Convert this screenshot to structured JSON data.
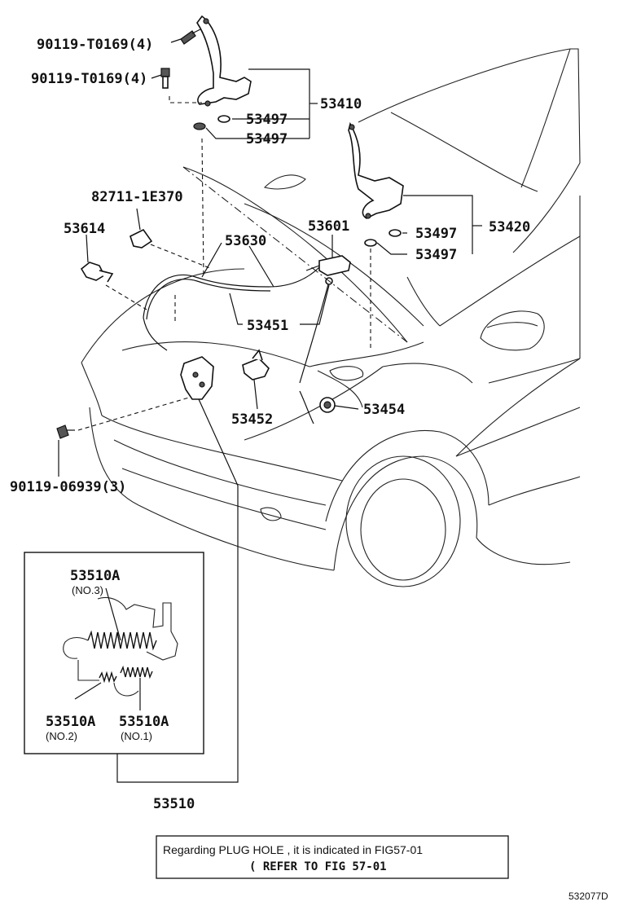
{
  "callouts": {
    "bolt_upper": "90119-T0169(4)",
    "bolt_lower": "90119-T0169(4)",
    "hinge_lh": "53410",
    "hinge_rh": "53420",
    "washer_a": "53497",
    "washer_b": "53497",
    "washer_c": "53497",
    "washer_d": "53497",
    "clip_82711": "82711-1E370",
    "clip_53614": "53614",
    "support_rod": "53601",
    "release_cable": "53630",
    "prop_rod": "53451",
    "lock_support": "53452",
    "cushion": "53454",
    "lock_bolt": "90119-06939(3)",
    "cable_assy": "53510"
  },
  "inset": {
    "part_top": "53510A",
    "part_top_sub": "(NO.3)",
    "part_left": "53510A",
    "part_left_sub": "(NO.2)",
    "part_right": "53510A",
    "part_right_sub": "(NO.1)"
  },
  "note": {
    "line1": "Regarding PLUG HOLE , it is indicated in FIG57‐01",
    "line2": "( REFER TO FIG 57-01"
  },
  "figure_code": "532077D"
}
